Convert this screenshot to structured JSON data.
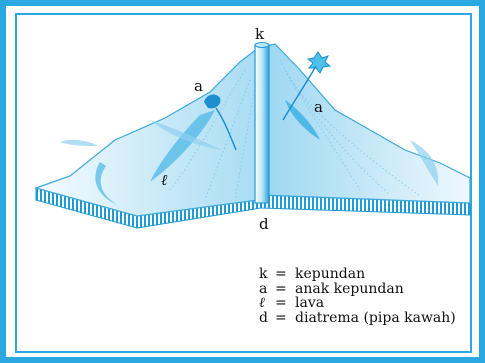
{
  "diagram": {
    "labels": {
      "top_k": "k",
      "left_a": "a",
      "right_a": "a",
      "lava": "ℓ",
      "bottom_d": "d"
    },
    "legend": [
      {
        "symbol": "k",
        "eq": "=",
        "text": "kepundan"
      },
      {
        "symbol": "a",
        "eq": "=",
        "text": "anak kepundan"
      },
      {
        "symbol": "ℓ",
        "eq": "=",
        "text": "lava"
      },
      {
        "symbol": "d",
        "eq": "=",
        "text": "diatrema (pipa kawah)"
      }
    ],
    "colors": {
      "border": "#2aa8e0",
      "volcano_light": "#dff2fb",
      "volcano_mid": "#8fd0ef",
      "pipe": "#3fb2e4",
      "crater_blob": "#1b8fd0"
    }
  }
}
